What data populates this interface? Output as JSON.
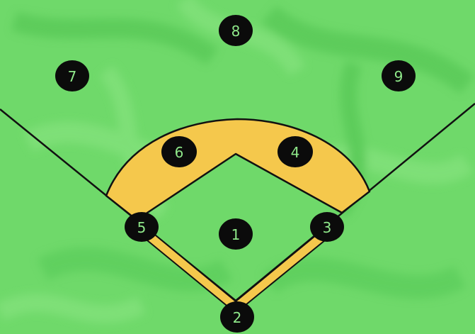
{
  "colors": {
    "grass": "#6fd96a",
    "grass_dark": "#55c957",
    "grass_light": "#8be583",
    "infield_dirt": "#f5c84c",
    "outline": "#111111",
    "marker": "#0b0b0b",
    "marker_text": "#8fe88a"
  },
  "positions": [
    {
      "id": "pitcher",
      "label": "1"
    },
    {
      "id": "catcher",
      "label": "2"
    },
    {
      "id": "first-base",
      "label": "3"
    },
    {
      "id": "second-base",
      "label": "4"
    },
    {
      "id": "third-base",
      "label": "5"
    },
    {
      "id": "shortstop",
      "label": "6"
    },
    {
      "id": "left-field",
      "label": "7"
    },
    {
      "id": "center-field",
      "label": "8"
    },
    {
      "id": "right-field",
      "label": "9"
    }
  ]
}
